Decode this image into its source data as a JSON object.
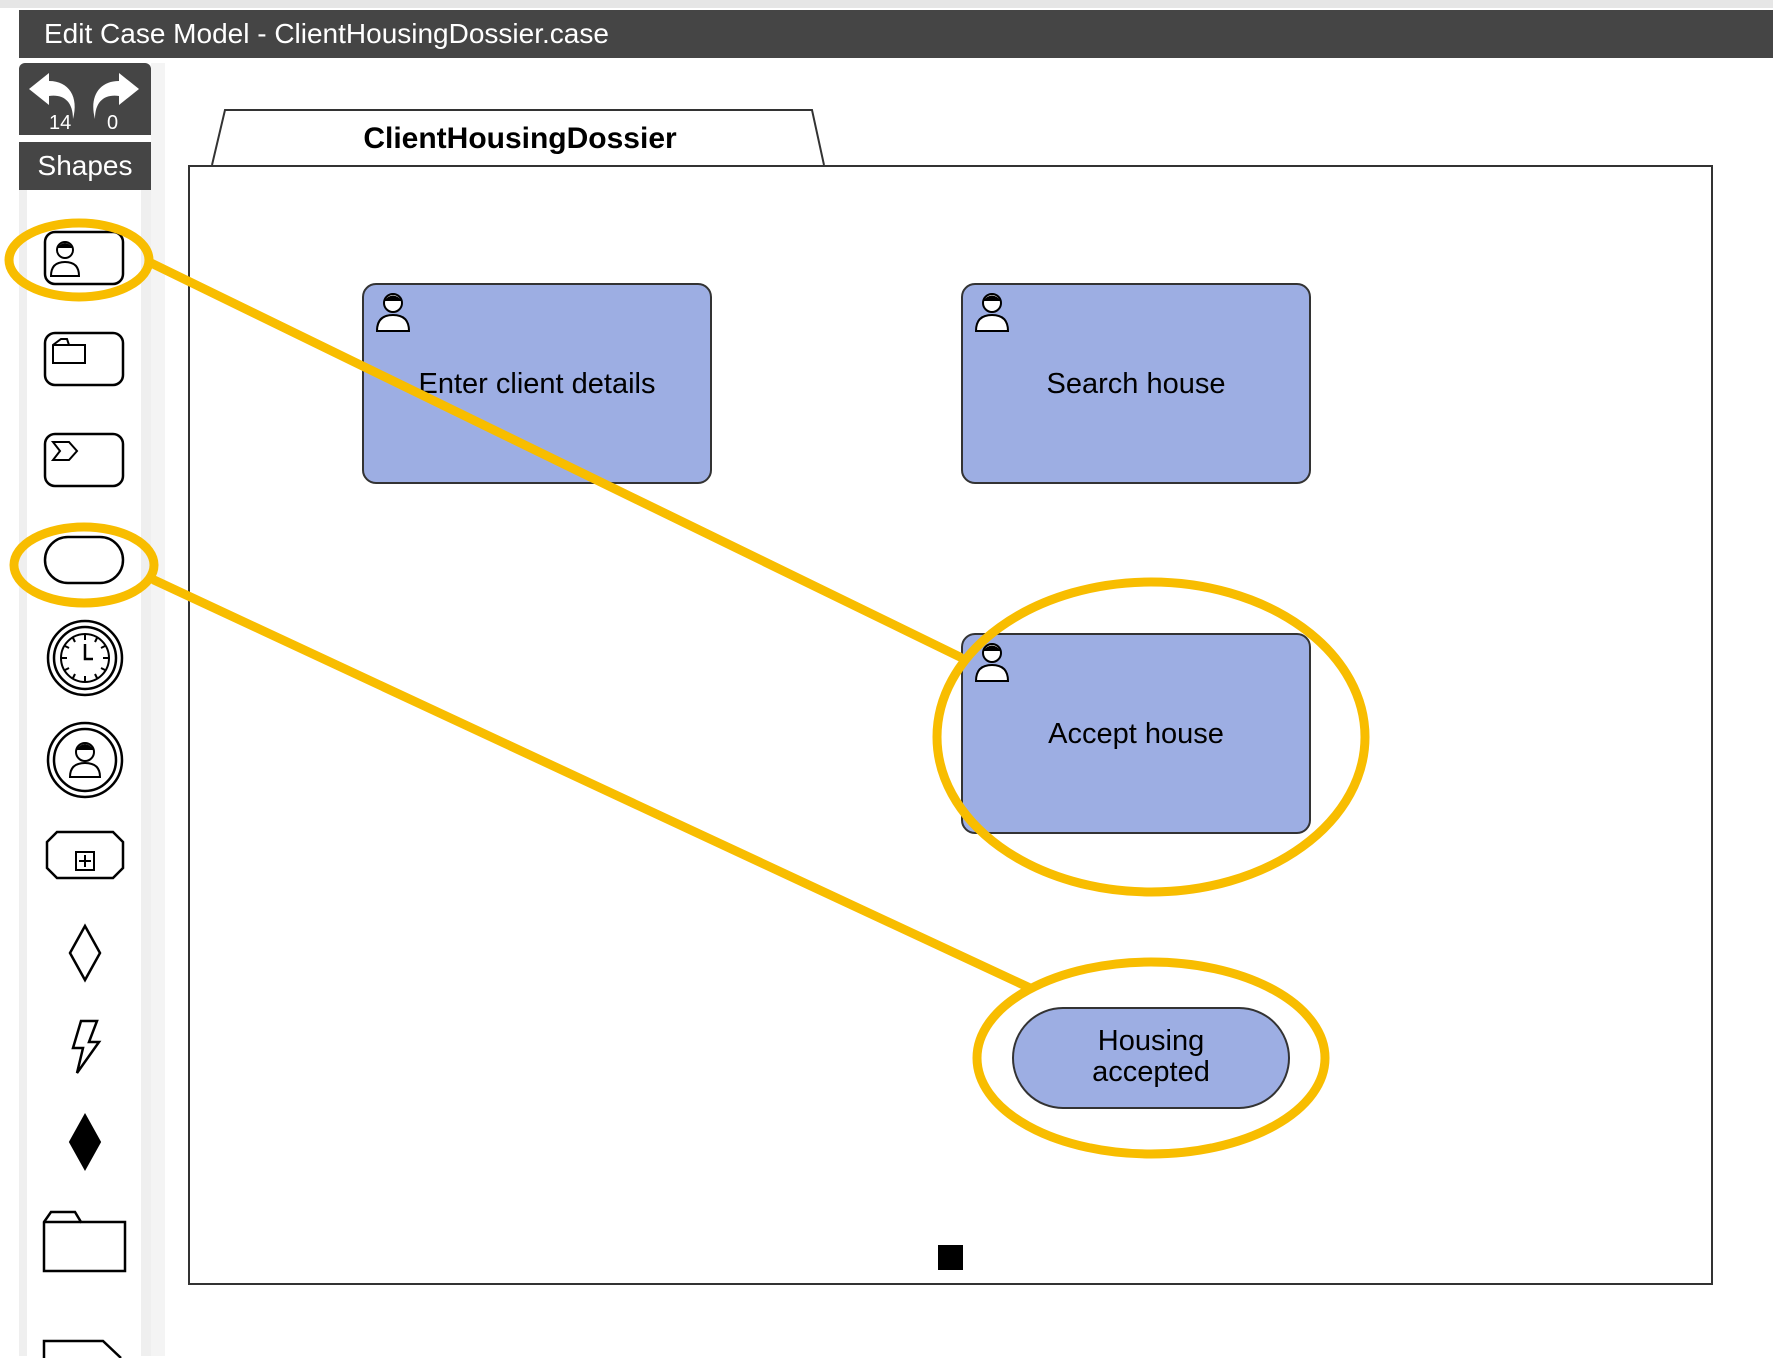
{
  "window": {
    "title": "Edit Case Model - ClientHousingDossier.case"
  },
  "toolbar": {
    "undo_icon": "undo-arrow-icon",
    "redo_icon": "redo-arrow-icon",
    "undo_count": "14",
    "redo_count": "0"
  },
  "palette": {
    "header": "Shapes",
    "tools": [
      "human-task-icon",
      "case-task-icon",
      "process-task-icon",
      "milestone-icon",
      "timer-event-icon",
      "user-event-icon",
      "stage-icon",
      "entry-criterion-icon",
      "event-listener-icon",
      "exit-criterion-icon",
      "case-file-item-icon",
      "document-icon"
    ]
  },
  "case_model": {
    "name": "ClientHousingDossier",
    "tasks": [
      {
        "label": "Enter client details",
        "type": "human-task"
      },
      {
        "label": "Search house",
        "type": "human-task"
      },
      {
        "label": "Accept house",
        "type": "human-task"
      }
    ],
    "milestone": {
      "label": "Housing\naccepted"
    }
  },
  "annotations": {
    "highlight_color": "#f8bd00",
    "task_fill": "#9daee3"
  }
}
